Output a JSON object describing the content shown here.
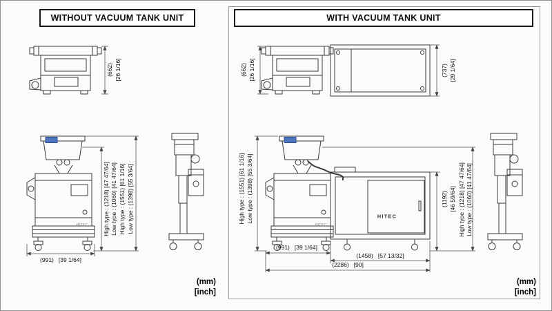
{
  "units": {
    "mm": "(mm)",
    "inch": "[inch]"
  },
  "brand": "HITEC",
  "left": {
    "title": "WITHOUT VACUUM TANK UNIT",
    "depth_mm": "(662)",
    "depth_in": "[26 1/16]",
    "hopper_high": "High type : (1218) [47 47/64]",
    "hopper_low": "Low type : (1060) [41 47/64]",
    "overall_high": "High type : (1551) [61 1/16]",
    "overall_low": "Low type : (1398) [55 3/64]",
    "width_mm": "(991)",
    "width_in": "[39 1/64]"
  },
  "right": {
    "title": "WITH VACUUM TANK UNIT",
    "depth_mm": "(662)",
    "depth_in": "[26 1/16]",
    "tank_depth_mm": "(737)",
    "tank_depth_in": "[29 1/64]",
    "overall_high": "High type : (1551) [61 1/16]",
    "overall_low": "Low type : (1398) [55 3/64]",
    "tank_height_mm": "(1192)",
    "tank_height_in": "[46 59/64]",
    "hopper_high": "High type : (1218) [47 47/64]",
    "hopper_low": "Low type : (1060) [41 47/64]",
    "width_mm": "(991)",
    "width_in": "[39 1/64]",
    "tank_width_mm": "(1458)",
    "tank_width_in": "[57 13/32]",
    "overall_width_mm": "(2286)",
    "overall_width_in": "[90]"
  }
}
